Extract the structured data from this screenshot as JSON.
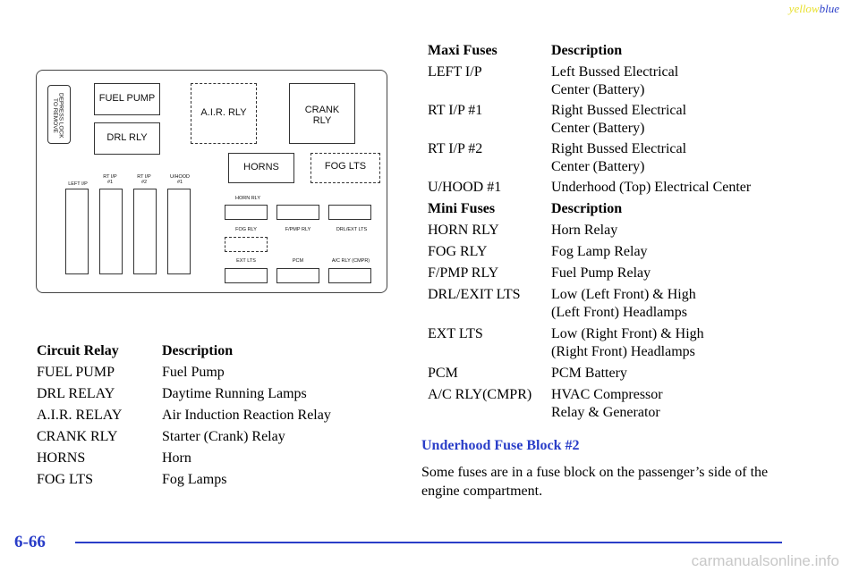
{
  "header": {
    "brand_yellow": "yellow",
    "brand_blue": "blue"
  },
  "diagram": {
    "depress_lock_line1": "DEPRESS LOCK",
    "depress_lock_line2": "TO REMOVE",
    "fuel_pump": "FUEL PUMP",
    "drl_rly": "DRL RLY",
    "air_rly": "A.I.R. RLY",
    "crank_rly_line1": "CRANK",
    "crank_rly_line2": "RLY",
    "horns": "HORNS",
    "fog_lts": "FOG LTS",
    "left_ip": "LEFT I/P",
    "rt_ip1_line1": "RT I/P",
    "rt_ip1_line2": "#1",
    "rt_ip2_line1": "RT I/P",
    "rt_ip2_line2": "#2",
    "uhood_line1": "U/HOOD",
    "uhood_line2": "#1",
    "horn_rly": "HORN RLY",
    "fog_rly": "FOG RLY",
    "fpmp_rly": "F/PMP RLY",
    "drl_ext_lts": "DRL/EXT LTS",
    "ext_lts": "EXT LTS",
    "pcm": "PCM",
    "ac_rly": "A/C RLY (CMPR)"
  },
  "circuit_table": {
    "header": [
      "Circuit Relay",
      "Description"
    ],
    "rows": [
      [
        "FUEL PUMP",
        "Fuel Pump"
      ],
      [
        "DRL RELAY",
        "Daytime Running Lamps"
      ],
      [
        "A.I.R. RELAY",
        "Air Induction Reaction Relay"
      ],
      [
        "CRANK RLY",
        "Starter (Crank) Relay"
      ],
      [
        "HORNS",
        "Horn"
      ],
      [
        "FOG LTS",
        "Fog Lamps"
      ]
    ]
  },
  "maxi_table": {
    "header": [
      "Maxi Fuses",
      "Description"
    ],
    "rows": [
      {
        "name": "LEFT I/P",
        "desc1": "Left Bussed Electrical",
        "desc2": "Center (Battery)"
      },
      {
        "name": "RT I/P #1",
        "desc1": "Right Bussed Electrical",
        "desc2": "Center (Battery)"
      },
      {
        "name": "RT I/P #2",
        "desc1": "Right Bussed Electrical",
        "desc2": "Center (Battery)"
      },
      {
        "name": "U/HOOD #1",
        "desc1": "Underhood (Top) Electrical Center",
        "desc2": ""
      }
    ]
  },
  "mini_table": {
    "header": [
      "Mini Fuses",
      "Description"
    ],
    "rows": [
      {
        "name1": "HORN RLY",
        "name2": "",
        "desc1": "Horn Relay",
        "desc2": ""
      },
      {
        "name1": "FOG RLY",
        "name2": "",
        "desc1": "Fog Lamp Relay",
        "desc2": ""
      },
      {
        "name1": "F/PMP RLY",
        "name2": "",
        "desc1": "Fuel Pump Relay",
        "desc2": ""
      },
      {
        "name1": "DRL/EXIT LTS",
        "name2": "",
        "desc1": "Low (Left Front) & High",
        "desc2": "(Left Front) Headlamps"
      },
      {
        "name1": "EXT LTS",
        "name2": "",
        "desc1": "Low (Right Front) & High",
        "desc2": "(Right Front) Headlamps"
      },
      {
        "name1": "PCM",
        "name2": "",
        "desc1": "PCM Battery",
        "desc2": ""
      },
      {
        "name1": "A/C RLY",
        "name2": "(CMPR)",
        "desc1": "HVAC Compressor",
        "desc2": "Relay & Generator"
      }
    ]
  },
  "section": {
    "title": "Underhood Fuse Block #2",
    "paragraph": "Some fuses are in a fuse block on the passenger’s side of the engine compartment."
  },
  "footer": {
    "page_number": "6-66",
    "watermark": "carmanualsonline.info"
  }
}
